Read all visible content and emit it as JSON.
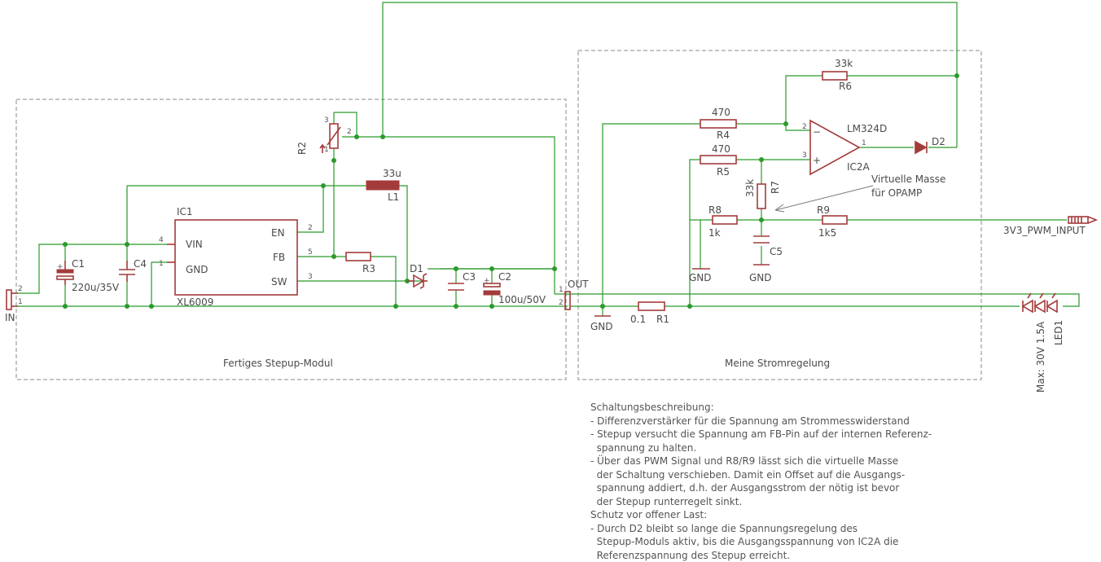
{
  "modules": {
    "left": "Fertiges Stepup-Modul",
    "right": "Meine Stromregelung"
  },
  "components": {
    "ic1": {
      "name": "IC1",
      "value": "XL6009",
      "pins": {
        "en": "EN",
        "fb": "FB",
        "sw": "SW",
        "vin": "VIN",
        "gnd": "GND",
        "p1": "1",
        "p2": "2",
        "p3": "3",
        "p4": "4",
        "p5": "5"
      }
    },
    "ic2": {
      "name": "IC2A",
      "value": "LM324D",
      "p1": "1",
      "p2": "2",
      "p3": "3",
      "minus": "−",
      "plus": "+"
    },
    "c1": {
      "name": "C1",
      "value": "220u/35V"
    },
    "c2": {
      "name": "C2",
      "value": "100u/50V"
    },
    "c3": {
      "name": "C3"
    },
    "c4": {
      "name": "C4"
    },
    "c5": {
      "name": "C5"
    },
    "l1": {
      "name": "L1",
      "value": "33u"
    },
    "d1": {
      "name": "D1"
    },
    "d2": {
      "name": "D2"
    },
    "r1": {
      "name": "R1",
      "value": "0.1"
    },
    "r2": {
      "name": "R2",
      "p1": "1",
      "p2": "2",
      "p3": "3"
    },
    "r3": {
      "name": "R3"
    },
    "r4": {
      "name": "R4",
      "value": "470"
    },
    "r5": {
      "name": "R5",
      "value": "470"
    },
    "r6": {
      "name": "R6",
      "value": "33k"
    },
    "r7": {
      "name": "R7",
      "value": "33k"
    },
    "r8": {
      "name": "R8",
      "value": "1k"
    },
    "r9": {
      "name": "R9",
      "value": "1k5"
    },
    "led1": {
      "name": "LED1",
      "value": "Max: 30V 1.5A"
    }
  },
  "connectors": {
    "in": {
      "name": "IN",
      "p1": "1",
      "p2": "2"
    },
    "out": {
      "name": "OUT",
      "p1": "1",
      "p2": "2"
    },
    "pwm": "3V3_PWM_INPUT"
  },
  "labels": {
    "gnd": "GND",
    "virtual_mass_1": "Virtuelle Masse",
    "virtual_mass_2": "für OPAMP"
  },
  "description": [
    "Schaltungsbeschreibung:",
    "- Differenzverstärker für die Spannung am Strommesswiderstand",
    "- Stepup versucht die Spannung am FB-Pin auf der internen Referenz-",
    "  spannung zu halten.",
    "- Über das PWM Signal und R8/R9 lässt sich die virtuelle Masse",
    "  der Schaltung verschieben. Damit ein Offset auf die Ausgangs-",
    "  spannung addiert, d.h. der Ausgangsstrom der nötig ist bevor",
    "  der Stepup runterregelt sinkt.",
    "Schutz vor offener Last:",
    "- Durch D2 bleibt so lange die Spannungsregelung des",
    "  Stepup-Moduls aktiv, bis die Ausgangsspannung von IC2A die",
    "  Referenzspannung des Stepup erreicht."
  ]
}
